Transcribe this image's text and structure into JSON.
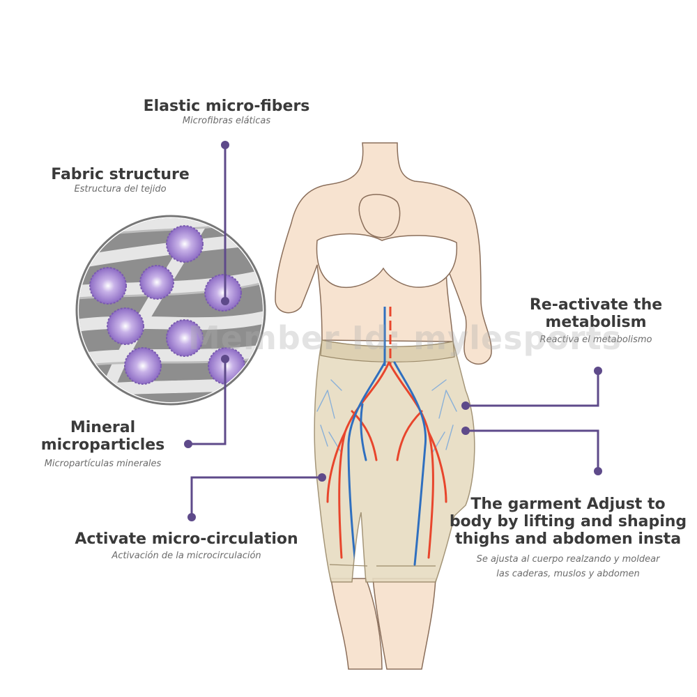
{
  "labels": {
    "elastic_fibers": {
      "title": "Elastic micro-fibers",
      "subtitle": "Microfibras eláticas"
    },
    "fabric_structure": {
      "title": "Fabric structure",
      "subtitle": "Estructura del tejido"
    },
    "mineral_microparticles": {
      "title_line1": "Mineral",
      "title_line2": "microparticles",
      "subtitle": "Micropartículas minerales"
    },
    "micro_circulation": {
      "title": "Activate micro-circulation",
      "subtitle": "Activación de la microcirculación"
    },
    "metabolism": {
      "title_line1": "Re-activate the",
      "title_line2": "metabolism",
      "subtitle": "Reactiva el metabolismo"
    },
    "garment": {
      "title_line1": "The garment Adjust to",
      "title_line2": "body by lifting and shaping",
      "title_line3": "thighs and abdomen insta",
      "subtitle_line1": "Se ajusta al cuerpo realzando y moldear",
      "subtitle_line2": "las caderas, muslos y abdomen"
    }
  },
  "watermark": "Member Id: mylesports",
  "colors": {
    "accent": "#5e4a8a",
    "skin": "#f7e3d0",
    "garment": "#e7dcc2",
    "artery": "#e8452c",
    "vein": "#2f6fbf",
    "capillary": "#8ab0d8",
    "particle": "#a98bd6",
    "fiber": "#d9d9d9"
  },
  "icons": {
    "fabric_magnifier": "fabric-magnifier-icon",
    "body": "female-body-illustration"
  }
}
